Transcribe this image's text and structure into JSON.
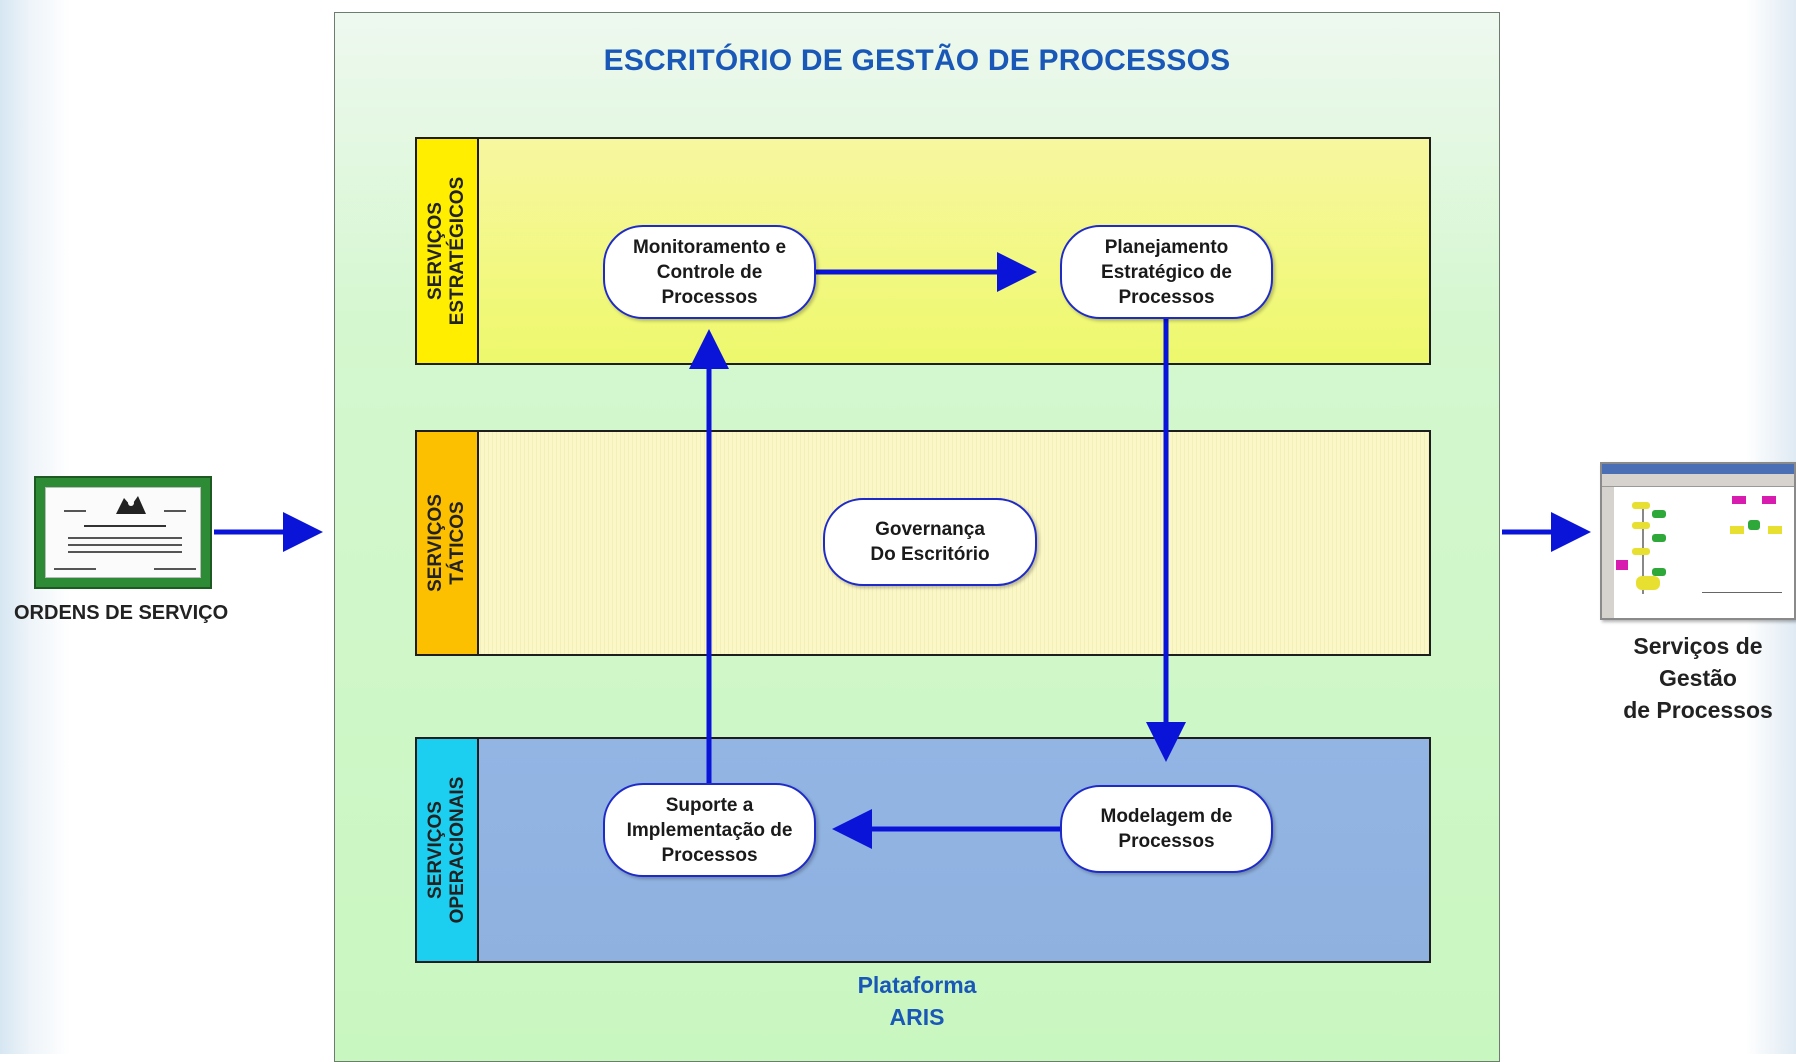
{
  "title": "ESCRITÓRIO DE GESTÃO DE PROCESSOS",
  "lanes": [
    {
      "label_lines": [
        "SERVIÇOS",
        "ESTRATÉGICOS"
      ],
      "color": "#ffee00"
    },
    {
      "label_lines": [
        "SERVIÇOS",
        "TÁTICOS"
      ],
      "color": "#fcc000"
    },
    {
      "label_lines": [
        "SERVIÇOS",
        "OPERACIONAIS"
      ],
      "color": "#1ccff0"
    }
  ],
  "nodes": {
    "monitoring": {
      "lines": [
        "Monitoramento e",
        "Controle de",
        "Processos"
      ]
    },
    "planning": {
      "lines": [
        "Planejamento",
        "Estratégico de",
        "Processos"
      ]
    },
    "governance": {
      "lines": [
        "Governança",
        "Do Escritório"
      ]
    },
    "support": {
      "lines": [
        "Suporte a",
        "Implementação de",
        "Processos"
      ]
    },
    "modeling": {
      "lines": [
        "Modelagem de",
        "Processos"
      ]
    }
  },
  "input_label": "ORDENS DE SERVIÇO",
  "output_label_lines": [
    "Serviços de",
    "Gestão",
    "de Processos"
  ],
  "platform_lines": [
    "Plataforma",
    "ARIS"
  ],
  "colors": {
    "arrow": "#0a14d8",
    "title": "#1a58b8",
    "node_border": "#1f2bc8"
  }
}
